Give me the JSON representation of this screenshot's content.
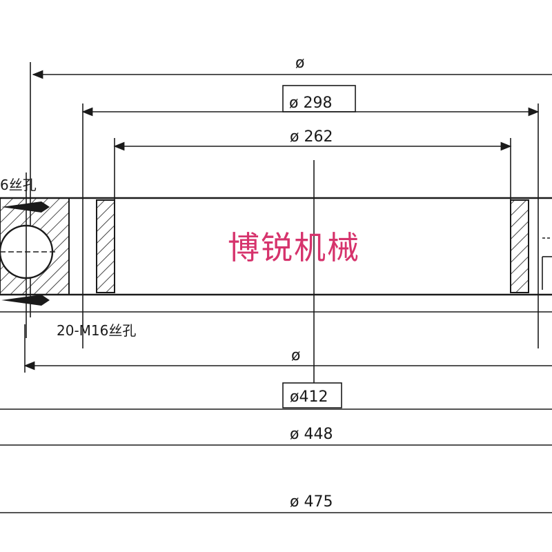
{
  "drawing": {
    "labels": {
      "phi_top": "ø",
      "phi_298": "ø 298",
      "phi_262": "ø 262",
      "phi_bottom": "ø",
      "phi_412": "ø412",
      "phi_448": "ø 448",
      "phi_475": "ø 475"
    },
    "notes": {
      "top_hole_note": "6丝孔",
      "bottom_hole_note": "20-M16丝孔"
    },
    "watermark": "博锐机械",
    "colors": {
      "line": "#1a1a1a",
      "watermark": "#d6336c",
      "background": "#ffffff"
    }
  }
}
